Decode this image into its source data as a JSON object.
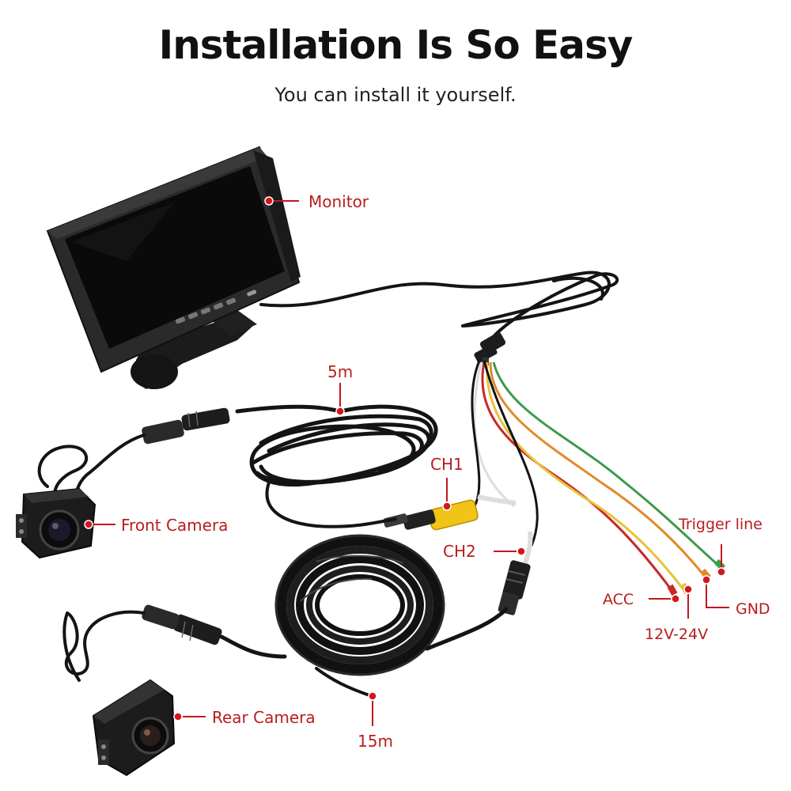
{
  "header": {
    "title": "Installation Is So Easy",
    "subtitle": "You can install it yourself."
  },
  "labels": {
    "monitor": "Monitor",
    "front_camera": "Front Camera",
    "rear_camera": "Rear Camera",
    "cable_5m": "5m",
    "cable_15m": "15m",
    "ch1": "CH1",
    "ch2": "CH2",
    "trigger_line": "Trigger line",
    "acc": "ACC",
    "power": "12V-24V",
    "gnd": "GND"
  },
  "colors": {
    "label_text": "#b81d1d",
    "marker": "#d4161c",
    "cable": "#141414",
    "wire_red": "#c8282a",
    "wire_yellow": "#e8c23a",
    "wire_green": "#3e9a4a",
    "wire_orange": "#e08a2a",
    "wire_white": "#dddddd",
    "rca_yellow": "#f2c418"
  }
}
